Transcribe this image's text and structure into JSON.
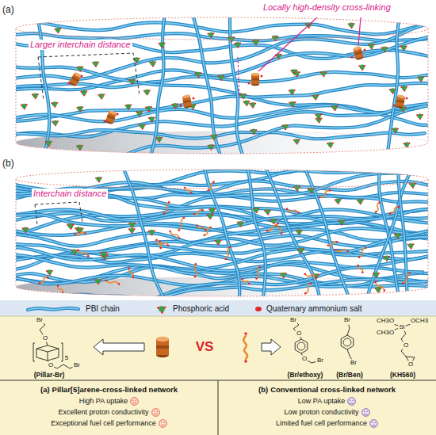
{
  "diagram": {
    "nodes": [
      {
        "text": [
          "(a)"
        ]
      },
      {
        "text": [
          "(b)"
        ]
      },
      {
        "text": [
          "(a)",
          "Pillar[5]arene-cross-linked network",
          "High PA uptake",
          "Excellent proton conductivity",
          "Exceptional fuel cell performance"
        ]
      },
      {
        "text": [
          "(b)",
          "Conventional cross-linked network",
          "Low PA uptake",
          "Low proton conductivity",
          "Limited fuel cell performance"
        ]
      }
    ],
    "labels": [
      "Larger interchain distance",
      "Locally high-density cross-linking",
      "Interchain distance",
      "Br",
      "O",
      "5",
      "O",
      "Br",
      "(Pillar-Br)",
      "VS",
      "Br",
      "O",
      "O",
      "Br",
      "(Br/ethoxy)",
      "Br",
      "Br",
      "(Br/Ben)",
      "CH3O",
      "Si",
      "OCH3",
      "CH3O",
      "O",
      "O",
      "(KH560)"
    ],
    "legend": [
      {
        "text": "PBI chain"
      },
      {
        "text": "Phosphoric acid"
      },
      {
        "text": "Quaternary ammonium salt",
        "color": "#e5262c"
      }
    ]
  }
}
